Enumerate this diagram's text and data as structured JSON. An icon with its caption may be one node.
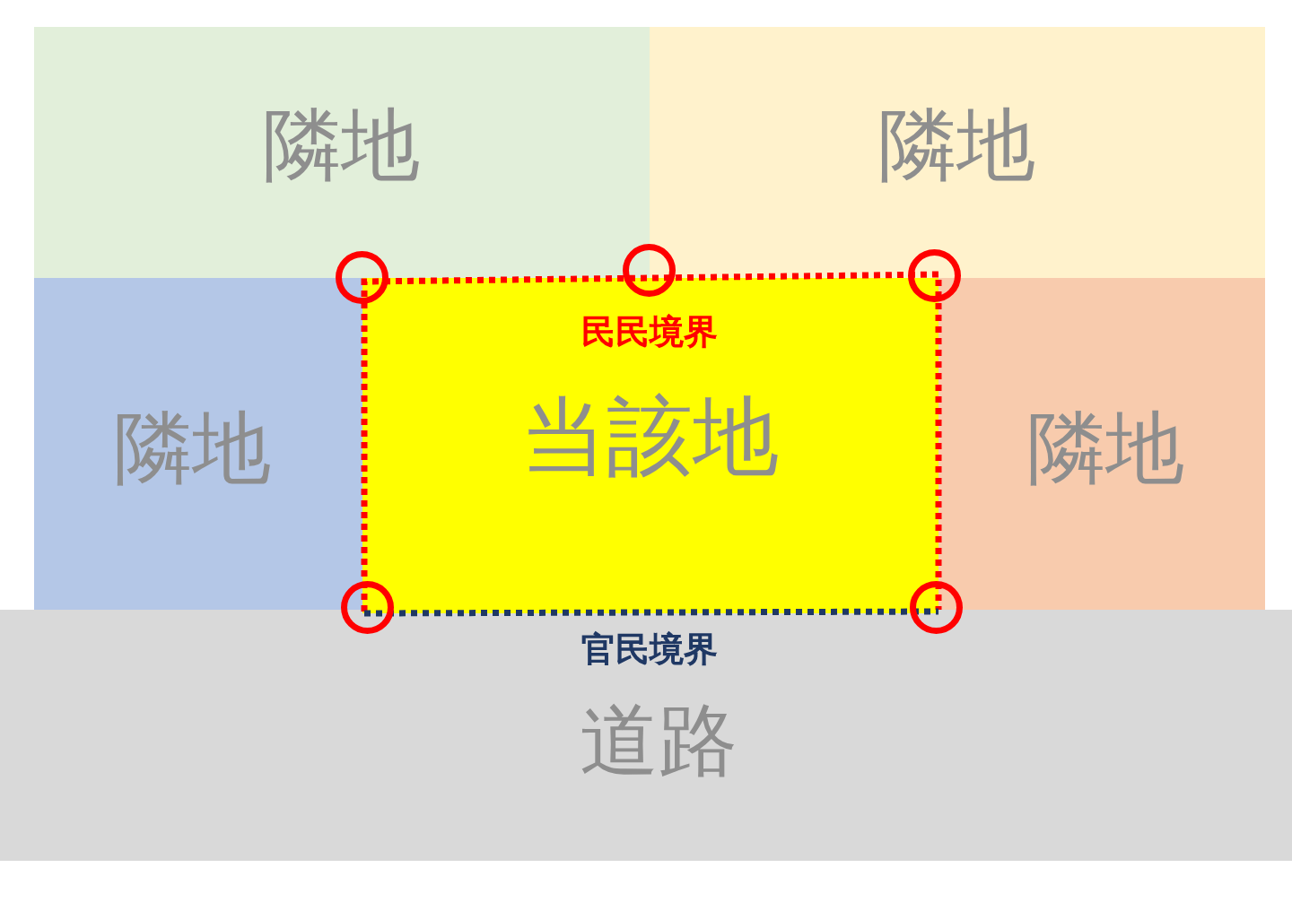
{
  "diagram": {
    "nodes": [
      {
        "text": [
          "隣地"
        ]
      },
      {
        "text": [
          "隣地"
        ]
      },
      {
        "text": [
          "隣地"
        ]
      },
      {
        "text": [
          "当該地"
        ]
      },
      {
        "text": [
          "隣地"
        ]
      },
      {
        "text": [
          "道路"
        ]
      }
    ],
    "labels": [
      "民民境界",
      "官民境界"
    ]
  }
}
